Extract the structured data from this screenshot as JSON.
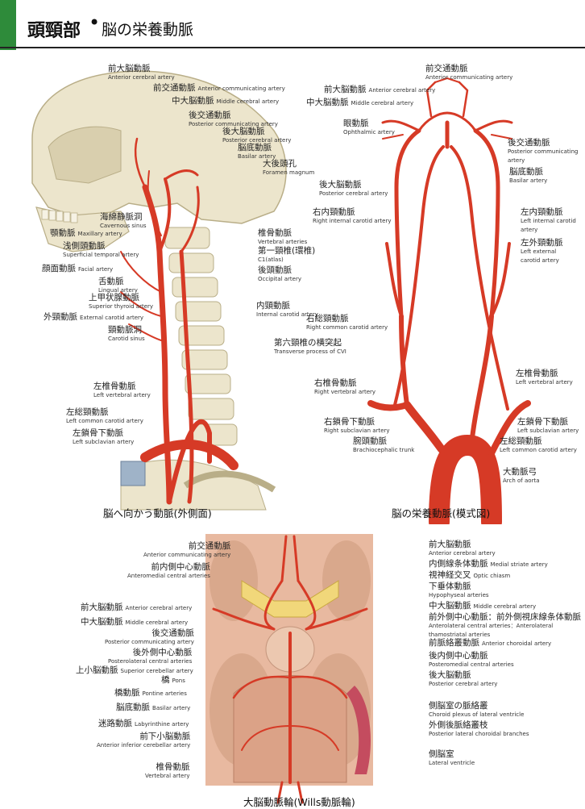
{
  "header": {
    "title": "頭頸部",
    "bullet": "•",
    "subtitle": "脳の栄養動脈"
  },
  "captions": {
    "lateral": "脳へ向かう動脈(外側面)",
    "schema": "脳の栄養動脈(模式図)",
    "willis": "大脳動脈輪(Wills動脈輪)"
  },
  "lateral_labels": [
    {
      "jp": "前大脳動脈",
      "en": "Anterior cerebral artery"
    },
    {
      "jp": "前交通動脈",
      "en": "Anterior communicating artery"
    },
    {
      "jp": "中大脳動脈",
      "en": "Middle cerebral artery"
    },
    {
      "jp": "後交通動脈",
      "en": "Posterior communicating artery"
    },
    {
      "jp": "後大脳動脈",
      "en": "Posterior cerebral artery"
    },
    {
      "jp": "脳底動脈",
      "en": "Basilar artery"
    },
    {
      "jp": "大後頭孔",
      "en": "Foramen magnum"
    },
    {
      "jp": "海綿静脈洞",
      "en": "Cavernous sinus"
    },
    {
      "jp": "顎動脈",
      "en": "Maxillary artery"
    },
    {
      "jp": "浅側頭動脈",
      "en": "Superficial temporal artery"
    },
    {
      "jp": "顔面動脈",
      "en": "Facial artery"
    },
    {
      "jp": "椎骨動脈",
      "en": "Vertebral arteries"
    },
    {
      "jp": "第一頸椎(環椎)",
      "en": "C1(atlas)"
    },
    {
      "jp": "後頭動脈",
      "en": "Occipital artery"
    },
    {
      "jp": "舌動脈",
      "en": "Lingual artery"
    },
    {
      "jp": "上甲状腺動脈",
      "en": "Superior thyroid artery"
    },
    {
      "jp": "外頸動脈",
      "en": "External carotid artery"
    },
    {
      "jp": "内頸動脈",
      "en": "Internal carotid artery"
    },
    {
      "jp": "頸動脈洞",
      "en": "Carotid sinus"
    },
    {
      "jp": "第六頸椎の横突起",
      "en": "Transverse process of CVI"
    },
    {
      "jp": "左椎骨動脈",
      "en": "Left vertebral artery"
    },
    {
      "jp": "左総頸動脈",
      "en": "Left common carotid artery"
    },
    {
      "jp": "左鎖骨下動脈",
      "en": "Left subclavian artery"
    }
  ],
  "schema_labels": [
    {
      "jp": "前交通動脈",
      "en": "Anterior communicating artery"
    },
    {
      "jp": "前大脳動脈",
      "en": "Anterior cerebral artery"
    },
    {
      "jp": "中大脳動脈",
      "en": "Middle cerebral artery"
    },
    {
      "jp": "眼動脈",
      "en": "Ophthalmic artery"
    },
    {
      "jp": "後交通動脈",
      "en": "Posterior communicating artery"
    },
    {
      "jp": "脳底動脈",
      "en": "Basilar artery"
    },
    {
      "jp": "後大脳動脈",
      "en": "Posterior cerebral artery"
    },
    {
      "jp": "右内頸動脈",
      "en": "Right internal carotid artery"
    },
    {
      "jp": "左内頸動脈",
      "en": "Left internal carotid artery"
    },
    {
      "jp": "左外頸動脈",
      "en": "Left external carotid artery"
    },
    {
      "jp": "右総頸動脈",
      "en": "Right common carotid artery"
    },
    {
      "jp": "左椎骨動脈",
      "en": "Left vertebral artery"
    },
    {
      "jp": "右椎骨動脈",
      "en": "Right vertebral artery"
    },
    {
      "jp": "左鎖骨下動脈",
      "en": "Left subclavian artery"
    },
    {
      "jp": "右鎖骨下動脈",
      "en": "Right subclavian artery"
    },
    {
      "jp": "左総頸動脈",
      "en": "Left common carotid artery"
    },
    {
      "jp": "腕頭動脈",
      "en": "Brachiocephalic trunk"
    },
    {
      "jp": "大動脈弓",
      "en": "Arch of aorta"
    }
  ],
  "willis_left": [
    {
      "jp": "前交通動脈",
      "en": "Anterior communicating artery"
    },
    {
      "jp": "前内側中心動脈",
      "en": "Anteromedial central arteries"
    },
    {
      "jp": "前大脳動脈",
      "en": "Anterior cerebral artery"
    },
    {
      "jp": "中大脳動脈",
      "en": "Middle cerebral artery"
    },
    {
      "jp": "後交通動脈",
      "en": "Posterior communicating artery"
    },
    {
      "jp": "後外側中心動脈",
      "en": "Posterolateral central arteries"
    },
    {
      "jp": "上小脳動脈",
      "en": "Superior cerebellar artery"
    },
    {
      "jp": "橋",
      "en": "Pons"
    },
    {
      "jp": "橋動脈",
      "en": "Pontine arteries"
    },
    {
      "jp": "脳底動脈",
      "en": "Basilar artery"
    },
    {
      "jp": "迷路動脈",
      "en": "Labyrinthine artery"
    },
    {
      "jp": "前下小脳動脈",
      "en": "Anterior inferior cerebellar artery"
    },
    {
      "jp": "椎骨動脈",
      "en": "Vertebral artery"
    }
  ],
  "willis_right": [
    {
      "jp": "前大脳動脈",
      "en": "Anterior cerebral artery"
    },
    {
      "jp": "内側線条体動脈",
      "en": "Medial striate artery"
    },
    {
      "jp": "視神経交叉",
      "en": "Optic chiasm"
    },
    {
      "jp": "下垂体動脈",
      "en": "Hypophyseal arteries"
    },
    {
      "jp": "中大脳動脈",
      "en": "Middle cerebral artery"
    },
    {
      "jp": "前外側中心動脈：前外側視床線条体動脈",
      "en": "Anterolateral central arteries：Anterolateral thamostriatal arteries"
    },
    {
      "jp": "前脈絡叢動脈",
      "en": "Anterior choroidal artery"
    },
    {
      "jp": "後内側中心動脈",
      "en": "Posteromedial central arteries"
    },
    {
      "jp": "後大脳動脈",
      "en": "Posterior cerebral artery"
    },
    {
      "jp": "側脳室の脈絡叢",
      "en": "Choroid plexus of lateral ventricle"
    },
    {
      "jp": "外側後脈絡叢枝",
      "en": "Posterior lateral choroidal branches"
    },
    {
      "jp": "側脳室",
      "en": "Lateral ventricle"
    }
  ],
  "colors": {
    "artery": "#d63a26",
    "artery_dark": "#a8261a",
    "bone": "#ece5cc",
    "bone_dark": "#b9ae88",
    "brain": "#e8b9a0",
    "accent": "#2e8b3a"
  }
}
